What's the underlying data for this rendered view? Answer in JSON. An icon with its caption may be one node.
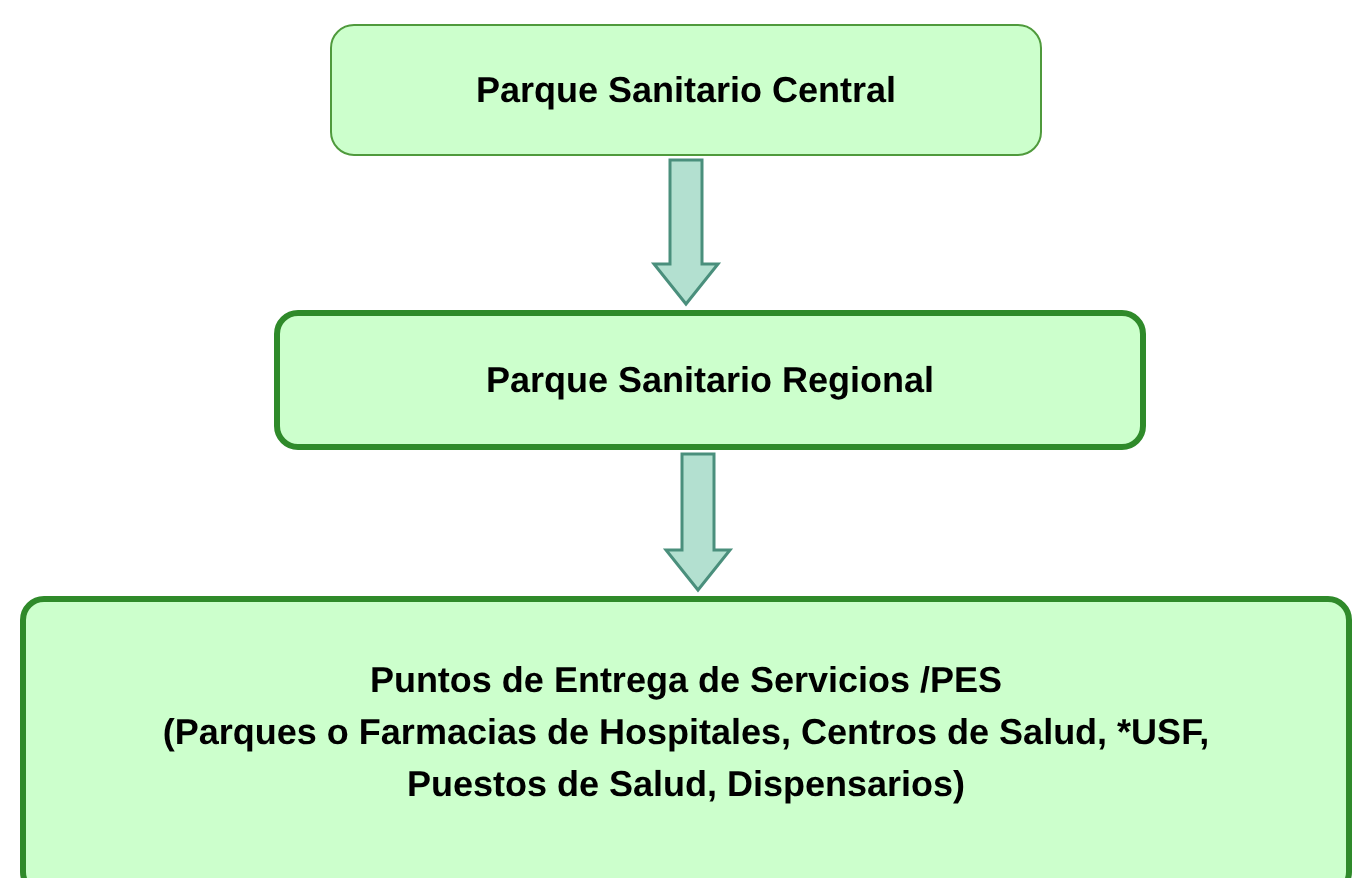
{
  "diagram": {
    "nodes": [
      {
        "text": [
          "Parque Sanitario Central"
        ]
      },
      {
        "text": [
          "Parque Sanitario Regional"
        ]
      },
      {
        "text": [
          "Puntos de Entrega de Servicios /PES",
          "(Parques o Farmacias de Hospitales, Centros de Salud, *USF, Puestos de Salud, Dispensarios)"
        ]
      }
    ],
    "edges": [
      {
        "from": 0,
        "to": 1,
        "arrow": "to"
      },
      {
        "from": 1,
        "to": 2,
        "arrow": "to"
      }
    ]
  }
}
